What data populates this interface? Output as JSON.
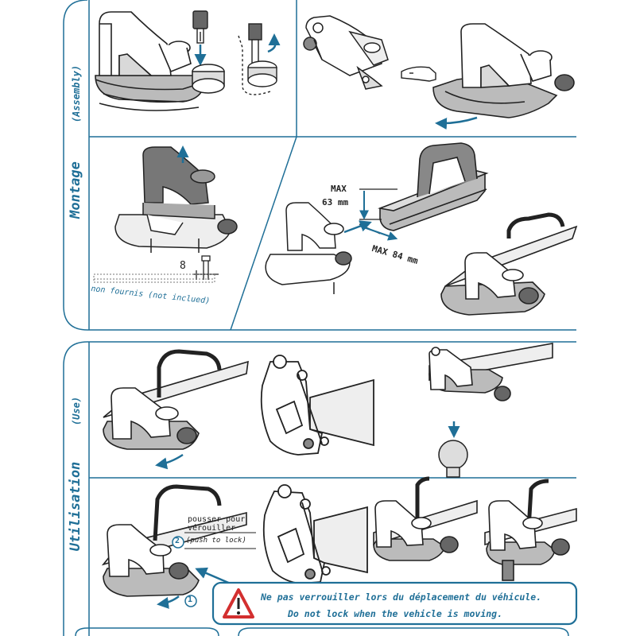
{
  "sections": {
    "montage": {
      "title": "Montage",
      "subtitle": "(Assembly)"
    },
    "utilisation": {
      "title": "Utilisation",
      "subtitle": "(Use)"
    }
  },
  "montage_notes": {
    "bolt_size": "8",
    "not_included": "non fournis (not inclued)",
    "max_height_label": "MAX",
    "max_height_value": "63 mm",
    "max_width": "MAX 84 mm"
  },
  "use_notes": {
    "push_fr_1": "pousser pour",
    "push_fr_2": "vérouiller",
    "push_en": "(push to lock)",
    "step_1": "1",
    "step_2": "2"
  },
  "warning": {
    "fr": "Ne pas verrouiller lors du déplacement du véhicule.",
    "en": "Do not lock when the vehicle is moving."
  },
  "colors": {
    "accent": "#1f6f97",
    "line": "#222222",
    "warning_red": "#d32f2f"
  },
  "icons": [
    "warning-triangle-icon",
    "key-icon",
    "arrow-up-icon",
    "arrow-curved-icon",
    "pointing-hand-icon"
  ]
}
